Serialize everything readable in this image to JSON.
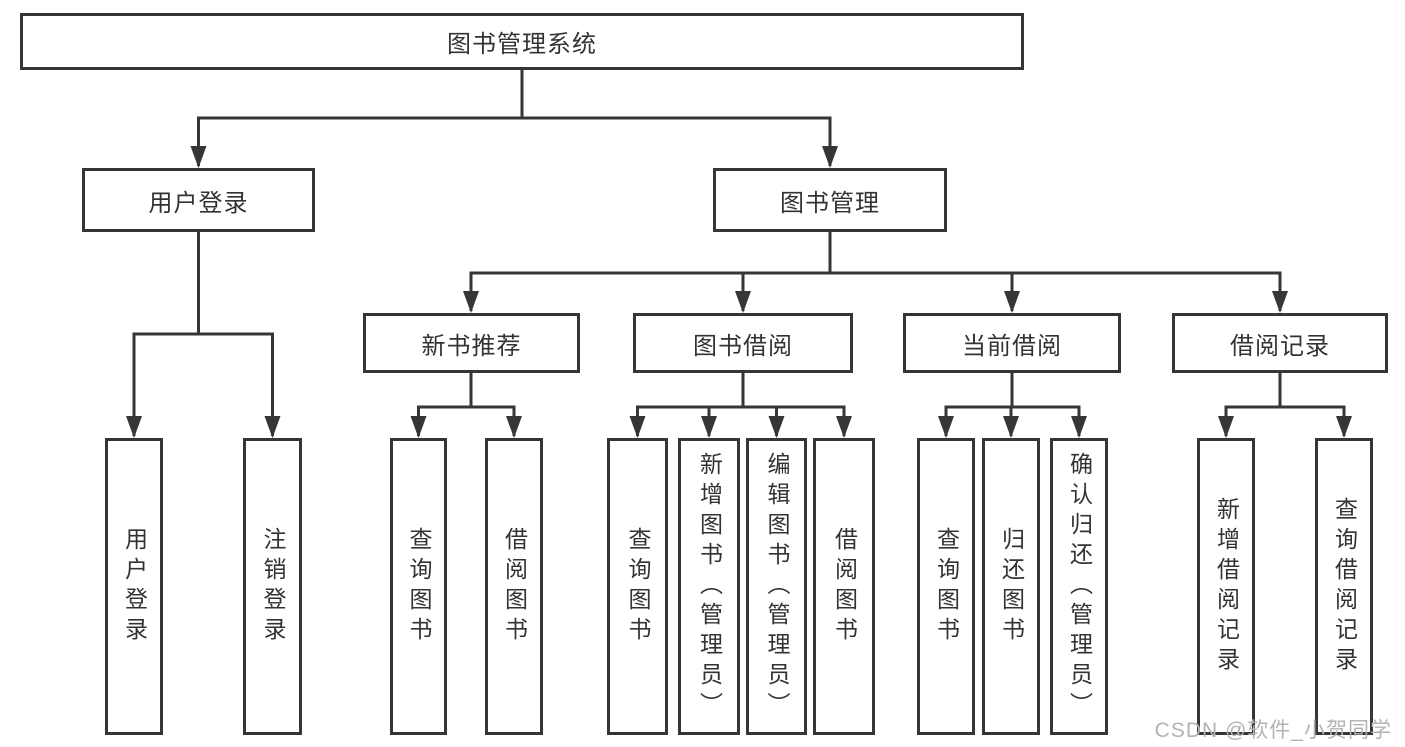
{
  "title": "图书管理系统",
  "watermark": "CSDN @软件_小贺同学",
  "colors": {
    "line": "#363636",
    "border": "#363636",
    "text": "#333333",
    "watermark": "#b3b3b3",
    "background": "#ffffff"
  },
  "tree": {
    "label": "图书管理系统",
    "children": [
      {
        "label": "用户登录",
        "children": [
          {
            "label": "用户登录"
          },
          {
            "label": "注销登录"
          }
        ]
      },
      {
        "label": "图书管理",
        "children": [
          {
            "label": "新书推荐",
            "children": [
              {
                "label": "查询图书"
              },
              {
                "label": "借阅图书"
              }
            ]
          },
          {
            "label": "图书借阅",
            "children": [
              {
                "label": "查询图书"
              },
              {
                "label": "新增图书（管理员）"
              },
              {
                "label": "编辑图书（管理员）"
              },
              {
                "label": "借阅图书"
              }
            ]
          },
          {
            "label": "当前借阅",
            "children": [
              {
                "label": "查询图书"
              },
              {
                "label": "归还图书"
              },
              {
                "label": "确认归还（管理员）"
              }
            ]
          },
          {
            "label": "借阅记录",
            "children": [
              {
                "label": "新增借阅记录"
              },
              {
                "label": "查询借阅记录"
              }
            ]
          }
        ]
      }
    ]
  }
}
